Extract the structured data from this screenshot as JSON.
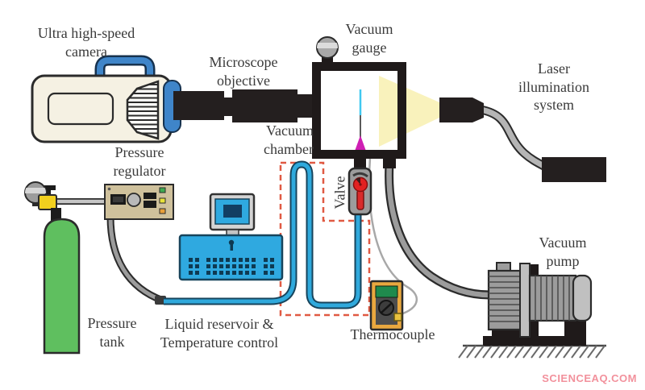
{
  "diagram": {
    "labels": {
      "camera": "Ultra high-speed\ncamera",
      "microscope_objective": "Microscope\nobjective",
      "vacuum_gauge": "Vacuum\ngauge",
      "laser_system": "Laser\nillumination\nsystem",
      "vacuum_chamber": "Vacuum\nchamber",
      "pressure_regulator": "Pressure\nregulator",
      "valve": "Valve",
      "pressure_tank": "Pressure\ntank",
      "liquid_reservoir": "Liquid reservoir &\nTemperature control",
      "thermocouple": "Thermocouple",
      "vacuum_pump": "Vacuum\npump"
    },
    "watermark": "SCIENCEAQ.COM",
    "colors": {
      "tube_blue": "#2fa9dc",
      "console_blue": "#2fa9e0",
      "tank_green": "#5fbf5f",
      "regulator_tan": "#cfc19c",
      "valve_red": "#e22222",
      "needle_magenta": "#cf1fb4",
      "jet_cyan": "#41c8f0",
      "light_yellow": "#f9f2bc",
      "dashed_boundary": "#e05a43",
      "handle_blue": "#3f85c9",
      "thermocouple_orange": "#e9a83f",
      "watermark_pink": "#f2919c"
    }
  }
}
